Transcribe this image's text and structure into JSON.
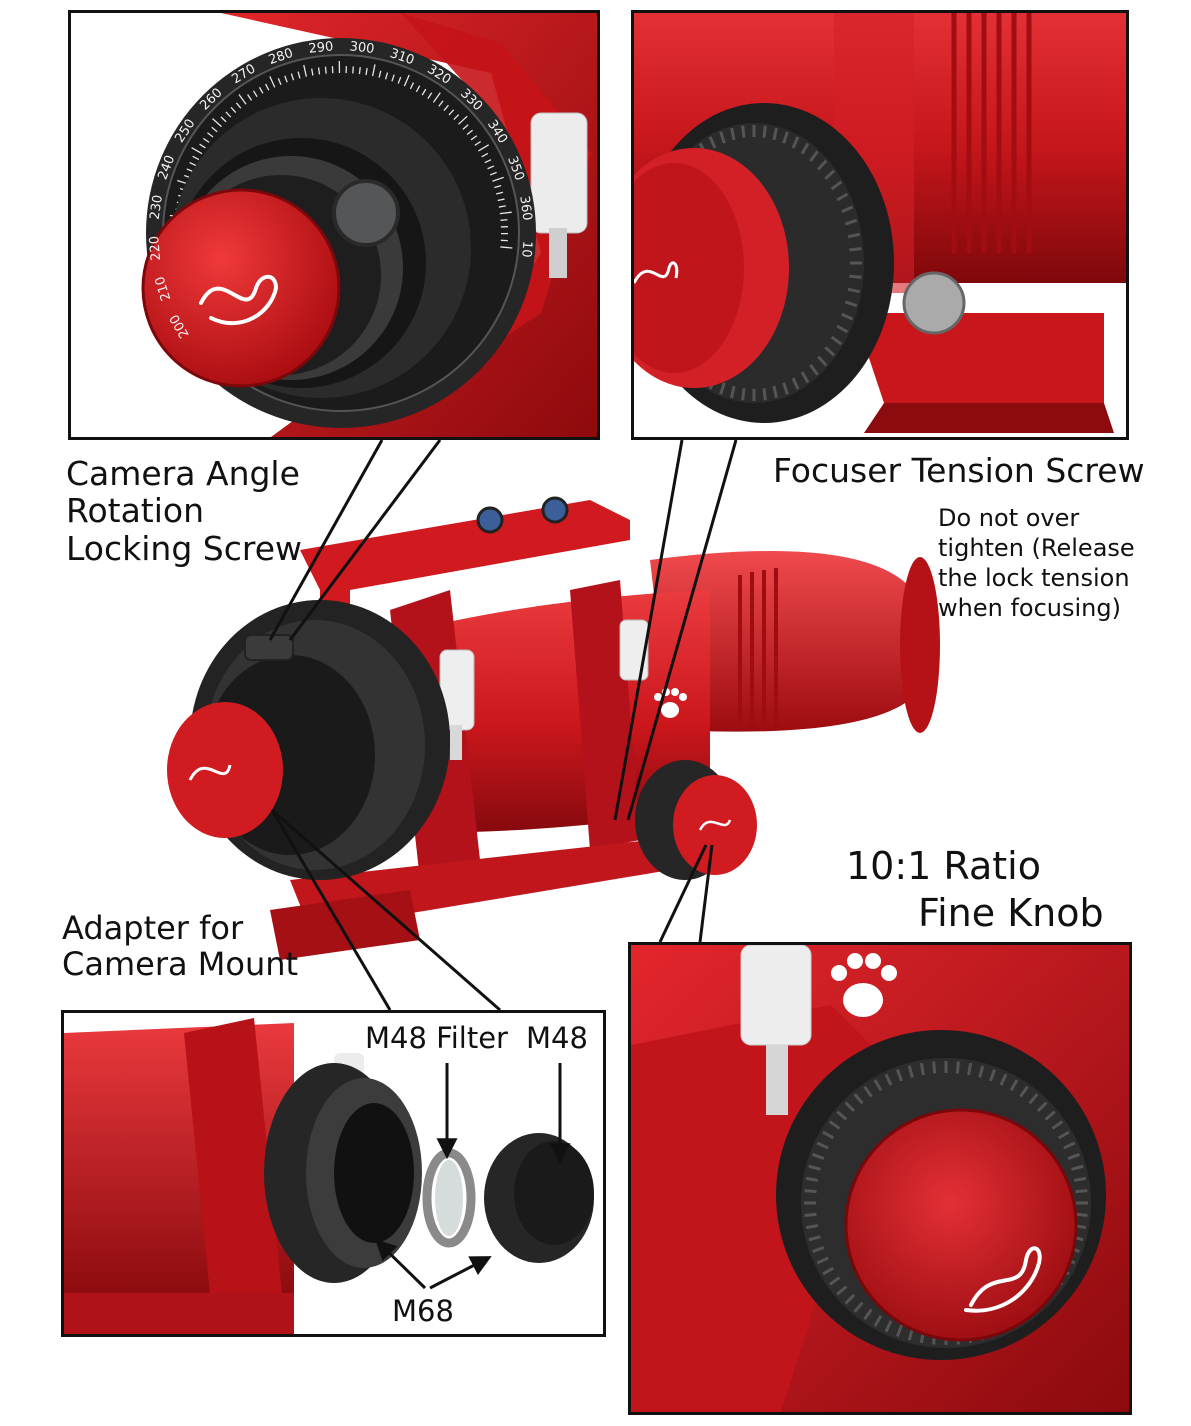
{
  "labels": {
    "camera_angle": [
      "Camera Angle",
      "Rotation",
      "Locking Screw"
    ],
    "focuser_tension": "Focuser Tension Screw",
    "focuser_note": [
      "Do not over",
      "tighten (Release",
      "the lock tension",
      "when focusing)"
    ],
    "fine_knob": [
      "10:1 Ratio",
      "Fine Knob"
    ],
    "adapter": [
      "Adapter for",
      "Camera Mount"
    ],
    "m48_filter": "M48 Filter",
    "m48": "M48",
    "m68": "M68"
  },
  "dial_numbers": [
    "200",
    "210",
    "220",
    "230",
    "240",
    "250",
    "260",
    "270",
    "280",
    "290",
    "300",
    "310",
    "320",
    "330",
    "340",
    "350",
    "360",
    "10"
  ],
  "colors": {
    "accent_red": "#d8161b",
    "dark_red": "#9c0c10",
    "anodized_black": "#1f1f20",
    "outline": "#111111"
  },
  "icons": [
    "swan-logo-icon",
    "paw-print-icon"
  ]
}
